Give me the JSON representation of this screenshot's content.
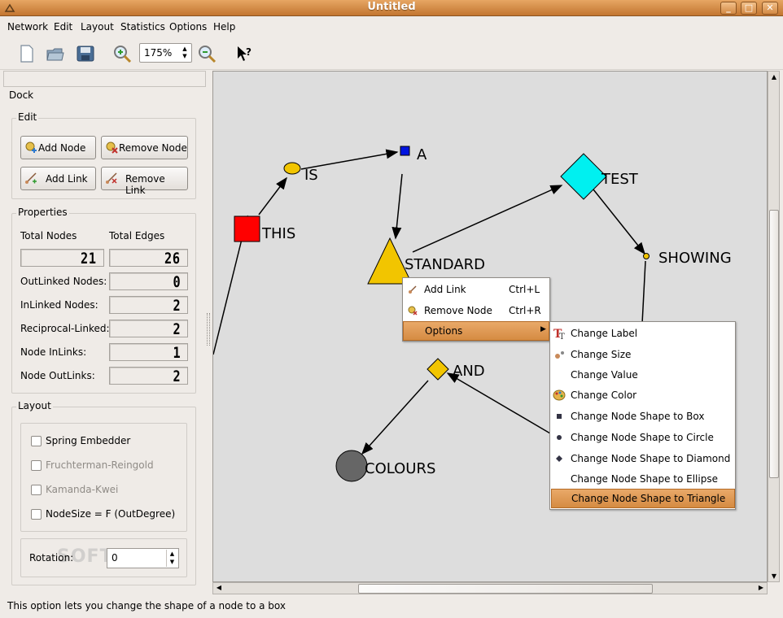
{
  "window": {
    "title": "Untitled"
  },
  "menubar": [
    "Network",
    "Edit",
    "Layout",
    "Statistics",
    "Options",
    "Help"
  ],
  "toolbar": {
    "zoom": "175%"
  },
  "dock": {
    "title": "Dock",
    "edit": {
      "title": "Edit",
      "add_node": "Add Node",
      "remove_node": "Remove Node",
      "add_link": "Add Link",
      "remove_link": "Remove Link"
    },
    "properties": {
      "title": "Properties",
      "total_nodes_label": "Total Nodes",
      "total_edges_label": "Total Edges",
      "total_nodes": "21",
      "total_edges": "26",
      "rows": [
        {
          "label": "OutLinked Nodes:",
          "value": "0"
        },
        {
          "label": "InLinked Nodes:",
          "value": "2"
        },
        {
          "label": "Reciprocal-Linked:",
          "value": "2"
        },
        {
          "label": "Node InLinks:",
          "value": "1"
        },
        {
          "label": "Node OutLinks:",
          "value": "2"
        }
      ]
    },
    "layout": {
      "title": "Layout",
      "options": [
        "Spring Embedder",
        "Fruchterman-Reingold",
        "Kamanda-Kwei",
        "NodeSize = F (OutDegree)"
      ],
      "rotation_label": "Rotation:",
      "rotation_value": "0"
    }
  },
  "graph": {
    "nodes": [
      "THIS",
      "IS",
      "A",
      "TEST",
      "STANDARD",
      "SHOWING",
      "AND",
      "COLOURS"
    ]
  },
  "context_menu": {
    "items": [
      {
        "label": "Add Link",
        "shortcut": "Ctrl+L"
      },
      {
        "label": "Remove Node",
        "shortcut": "Ctrl+R"
      },
      {
        "label": "Options",
        "shortcut": ""
      }
    ]
  },
  "options_menu": {
    "items": [
      "Change Label",
      "Change Size",
      "Change Value",
      "Change Color",
      "Change Node Shape to Box",
      "Change Node Shape to Circle",
      "Change Node Shape to Diamond",
      "Change Node Shape to Ellipse",
      "Change Node Shape to Triangle"
    ]
  },
  "statusbar": {
    "text": "This option lets you change the shape of a node to a box"
  },
  "watermark": {
    "text": "SOFTPEDIA"
  },
  "colors": {
    "accent": "#d58b42",
    "titlebar": "#c27530"
  }
}
